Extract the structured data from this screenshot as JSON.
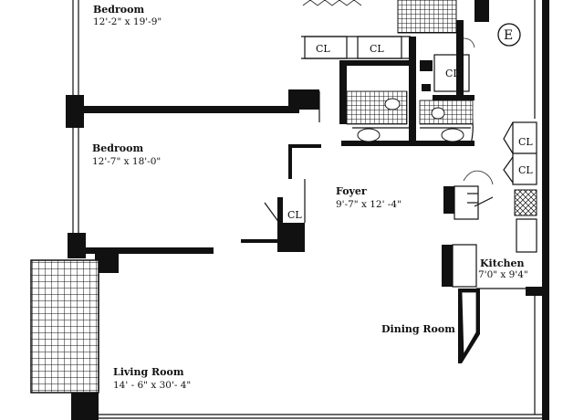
{
  "rooms": {
    "bedroom_top": {
      "name": "Bedroom",
      "dims": "12'-2\" x 19'-9\""
    },
    "bedroom_mid": {
      "name": "Bedroom",
      "dims": "12'-7\" x 18'-0\""
    },
    "foyer": {
      "name": "Foyer",
      "dims": "9'-7\" x 12' -4\""
    },
    "kitchen": {
      "name": "Kitchen",
      "dims": "7'0\" x 9'4\""
    },
    "dining": {
      "name": "Dining Room"
    },
    "living": {
      "name": "Living Room",
      "dims": "14' - 6\" x 30'- 4\""
    }
  },
  "closets": {
    "top_left": "CL",
    "top_mid": "CL",
    "top_right": "CL",
    "right_upper": "CL",
    "right_lower": "CL",
    "foyer": "CL"
  },
  "marker": "E"
}
